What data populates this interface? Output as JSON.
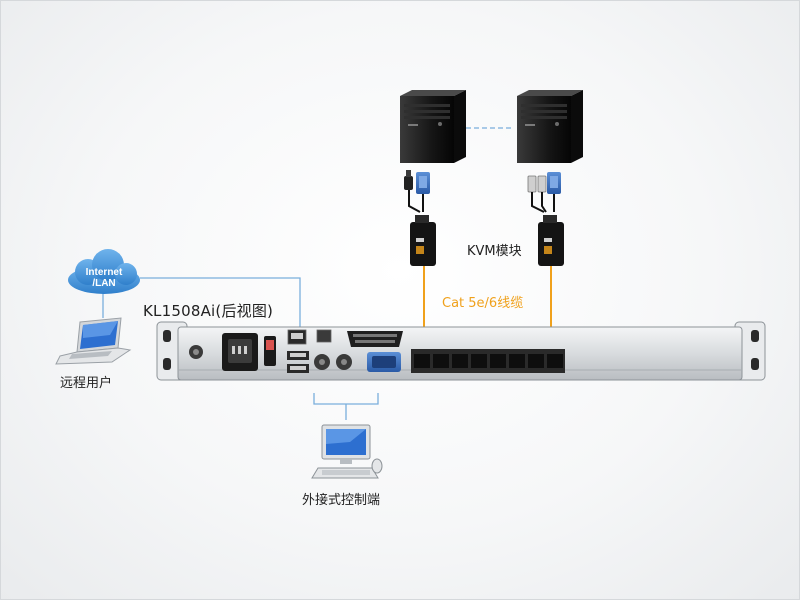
{
  "labels": {
    "network_line1": "Internet",
    "network_line2": "/LAN",
    "model": "KL1508Ai(后视图)",
    "remote_user": "远程用户",
    "kvm_module": "KVM模块",
    "cable": "Cat 5e/6线缆",
    "console": "外接式控制端"
  },
  "colors": {
    "cable_orange": "#f0a11c",
    "network_blue": "#7aaedc",
    "cloud_blue": "#3e8fd6",
    "server_black": "#1b1b1b",
    "panel_gray": "#d9dcdf"
  },
  "icons": {
    "servers": [
      "server-tower-icon",
      "server-tower-icon"
    ],
    "remote": "laptop-icon",
    "console": "desktop-computer-icon",
    "network": "cloud-icon"
  }
}
